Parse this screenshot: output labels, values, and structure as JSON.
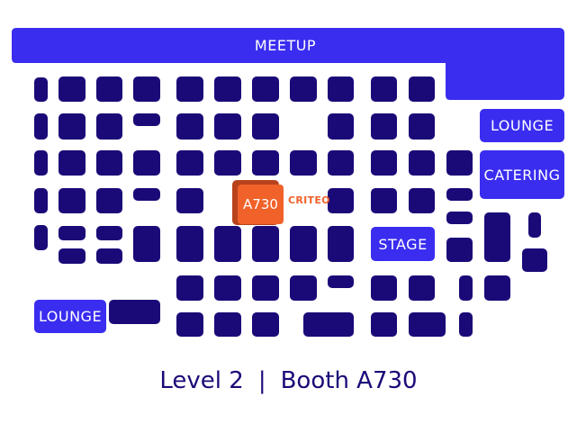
{
  "zones": {
    "meetup": "MEETUP",
    "lounge_right": "LOUNGE",
    "catering": "CATERING",
    "stage": "STAGE",
    "lounge_left": "LOUNGE"
  },
  "booth": {
    "label": "A730",
    "company": "CRITEO"
  },
  "footer": {
    "level": "Level 2",
    "separator": "|",
    "booth": "Booth A730"
  },
  "colors": {
    "booth_fill": "#1a0a78",
    "zone_fill": "#3a2df0",
    "highlight": "#f0622a"
  }
}
